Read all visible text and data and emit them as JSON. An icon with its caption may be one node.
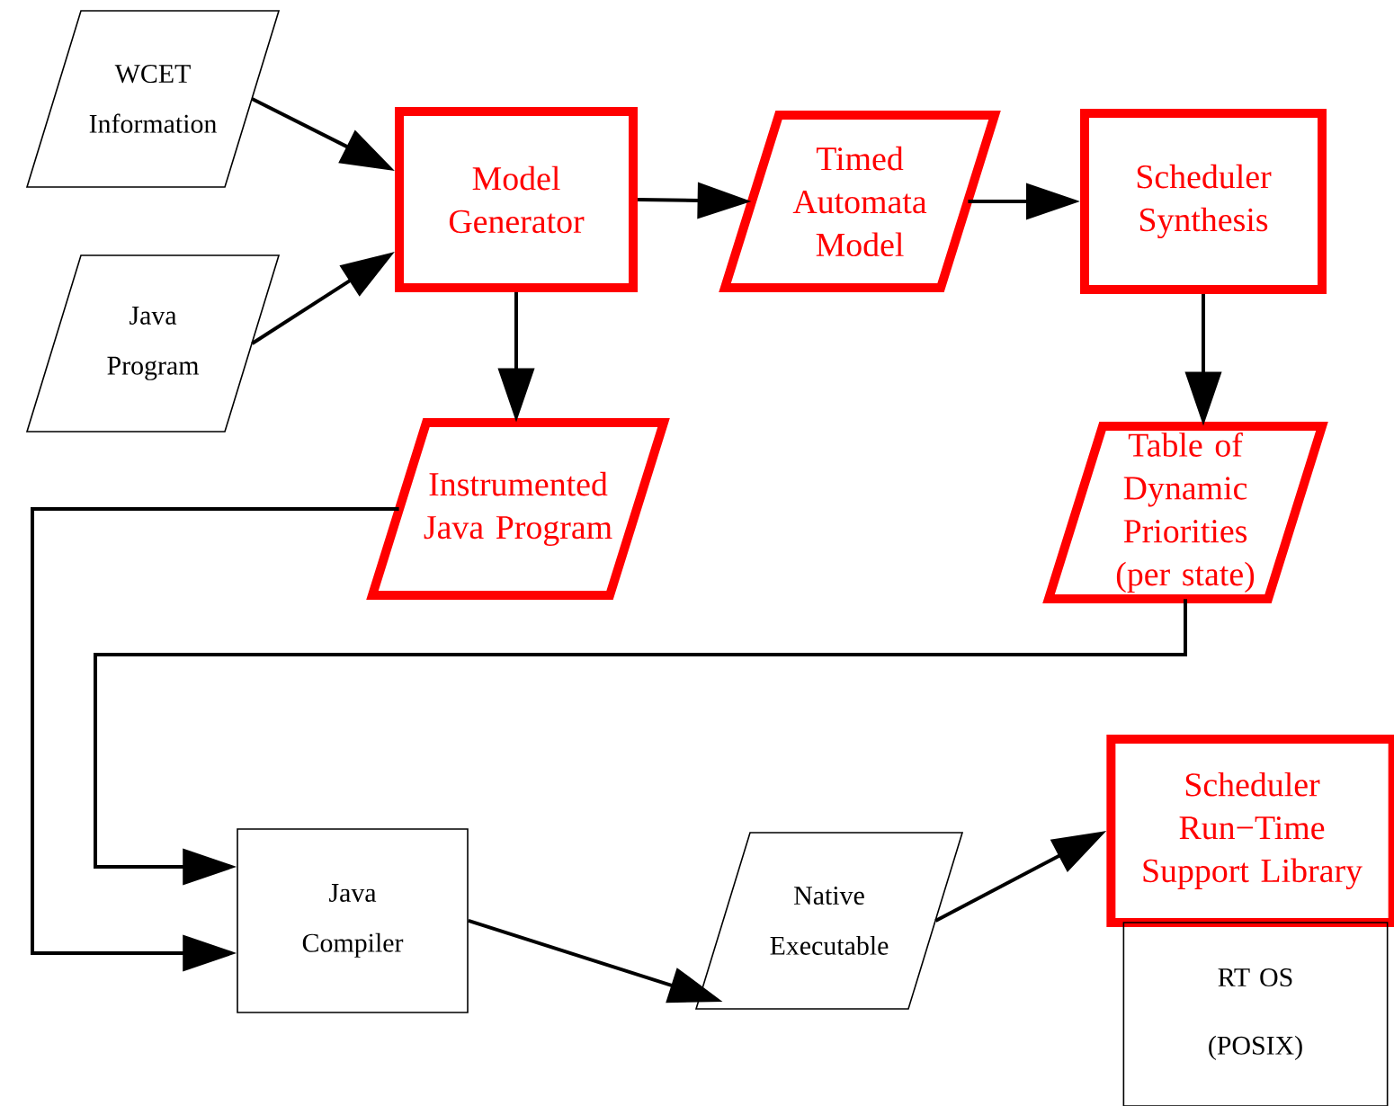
{
  "diagram": {
    "nodes": [
      {
        "text": [
          "WCET Information"
        ]
      },
      {
        "text": [
          "Java Program"
        ]
      },
      {
        "text": [
          "Model Generator"
        ]
      },
      {
        "text": [
          "Timed Automata Model"
        ]
      },
      {
        "text": [
          "Scheduler Synthesis"
        ]
      },
      {
        "text": [
          "Instrumented Java Program"
        ]
      },
      {
        "text": [
          "Table of Dynamic Priorities (per state)"
        ]
      },
      {
        "text": [
          "Java Compiler"
        ]
      },
      {
        "text": [
          "Native Executable"
        ]
      },
      {
        "text": [
          "Scheduler Run−Time Support Library"
        ]
      },
      {
        "text": [
          "RT OS",
          "(POSIX)"
        ]
      }
    ],
    "edges": [
      {
        "from": 0,
        "to": 2,
        "arrow": "to"
      },
      {
        "from": 1,
        "to": 2,
        "arrow": "to"
      },
      {
        "from": 2,
        "to": 3,
        "arrow": "to"
      },
      {
        "from": 3,
        "to": 4,
        "arrow": "to"
      },
      {
        "from": 2,
        "to": 5,
        "arrow": "to"
      },
      {
        "from": 4,
        "to": 6,
        "arrow": "to"
      },
      {
        "from": 6,
        "to": 7,
        "arrow": "to"
      },
      {
        "from": 5,
        "to": 7,
        "arrow": "to"
      },
      {
        "from": 7,
        "to": 8,
        "arrow": "to"
      },
      {
        "from": 8,
        "to": 9,
        "arrow": "to"
      }
    ]
  }
}
